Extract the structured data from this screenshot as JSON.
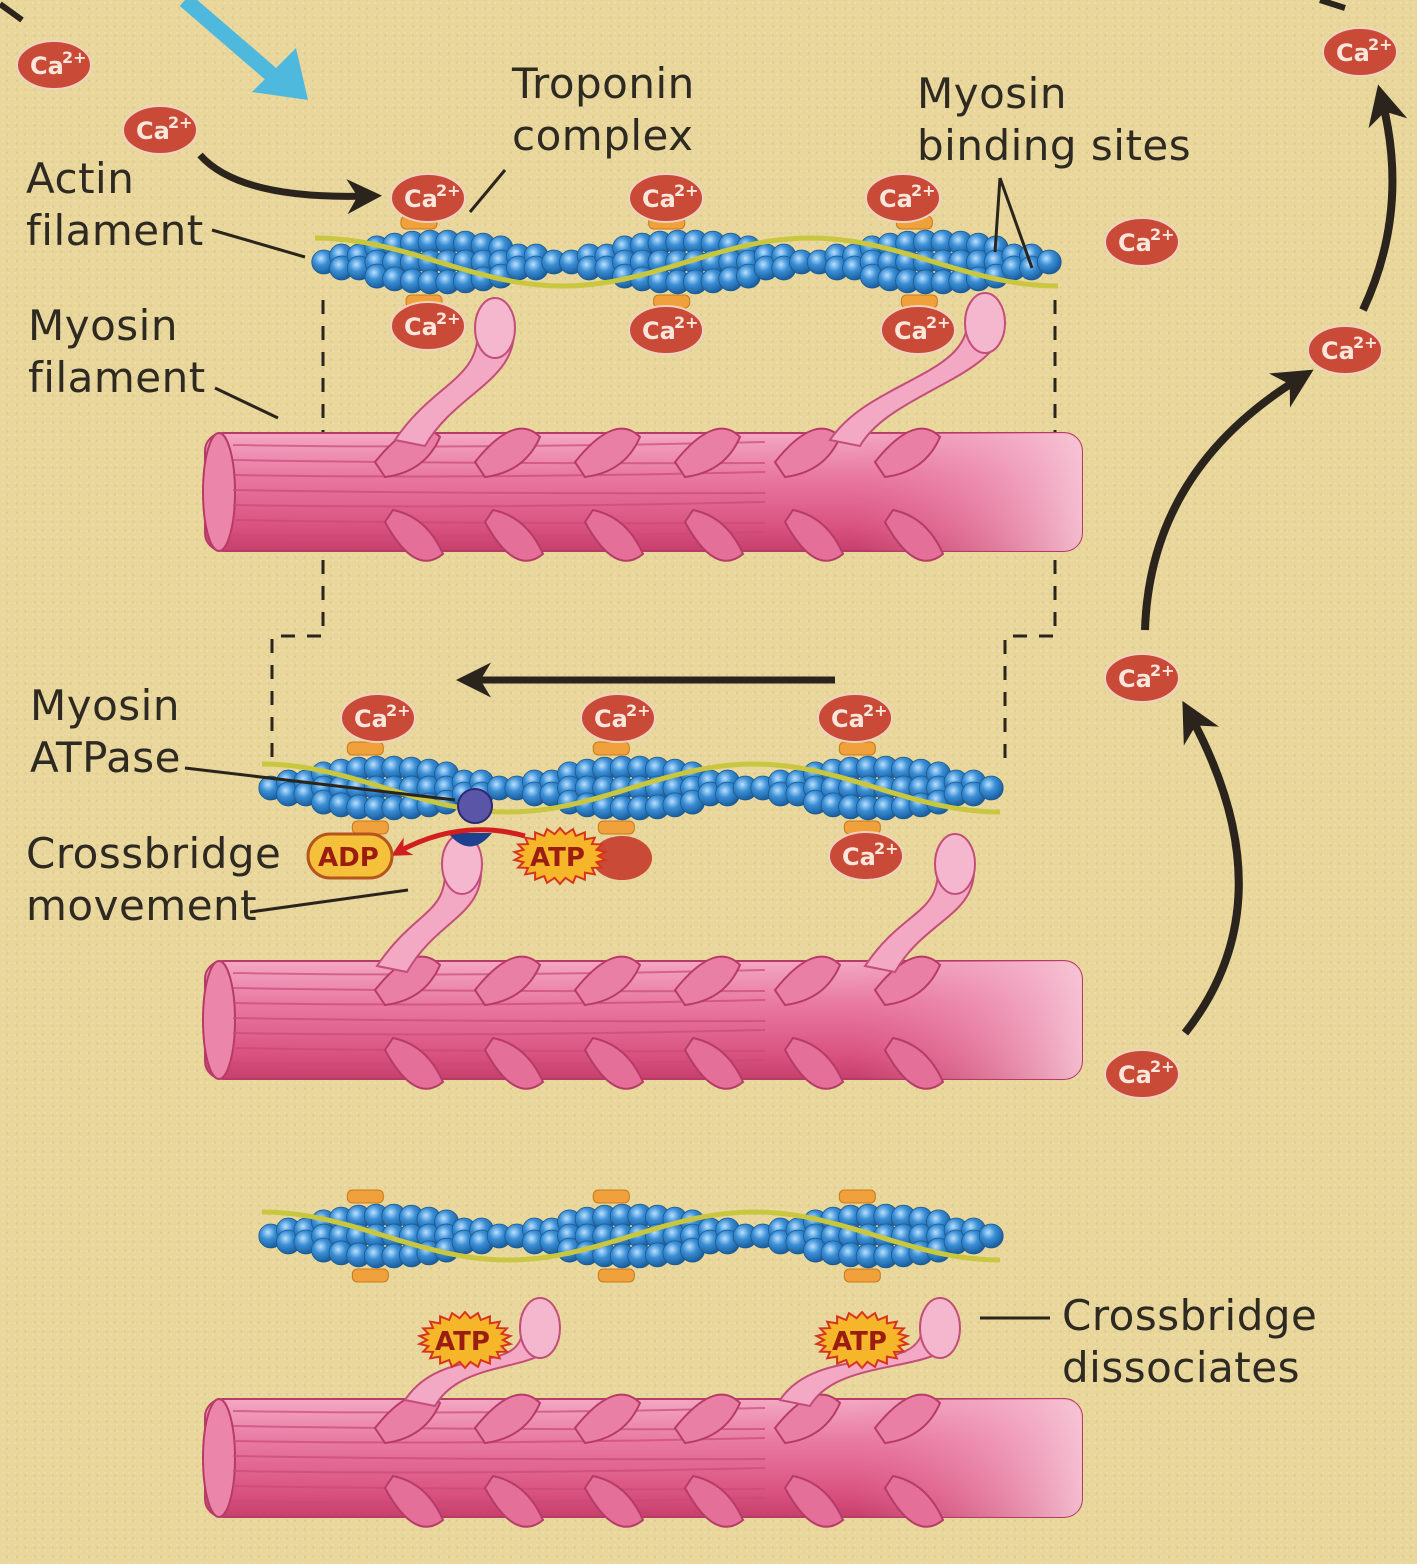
{
  "labels": {
    "troponin_complex": "Troponin\ncomplex",
    "myosin_binding_sites": "Myosin\nbinding sites",
    "actin_filament": "Actin\nfilament",
    "myosin_filament": "Myosin\nfilament",
    "myosin_atpase": "Myosin\nATPase",
    "crossbridge_movement": "Crossbridge\nmovement",
    "crossbridge_dissociates": "Crossbridge\ndissociates"
  },
  "ion_label": "Ca",
  "ion_charge": "2+",
  "nucleotides": {
    "adp": "ADP",
    "atp": "ATP"
  },
  "colors": {
    "background": "#e8d69b",
    "actin": "#2f7fc4",
    "myosin": "#e46f99",
    "calcium": "#c94a36",
    "atp_fill": "#f6b62a",
    "tropomyosin": "#c9c640"
  }
}
